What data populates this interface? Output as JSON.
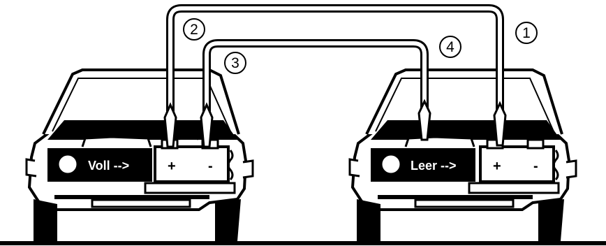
{
  "diagram": {
    "callouts": [
      "1",
      "2",
      "3",
      "4"
    ],
    "left_car": {
      "battery_label": "Voll -->",
      "positive": "+",
      "negative": "-"
    },
    "right_car": {
      "battery_label": "Leer -->",
      "positive": "+",
      "negative": "-"
    }
  }
}
